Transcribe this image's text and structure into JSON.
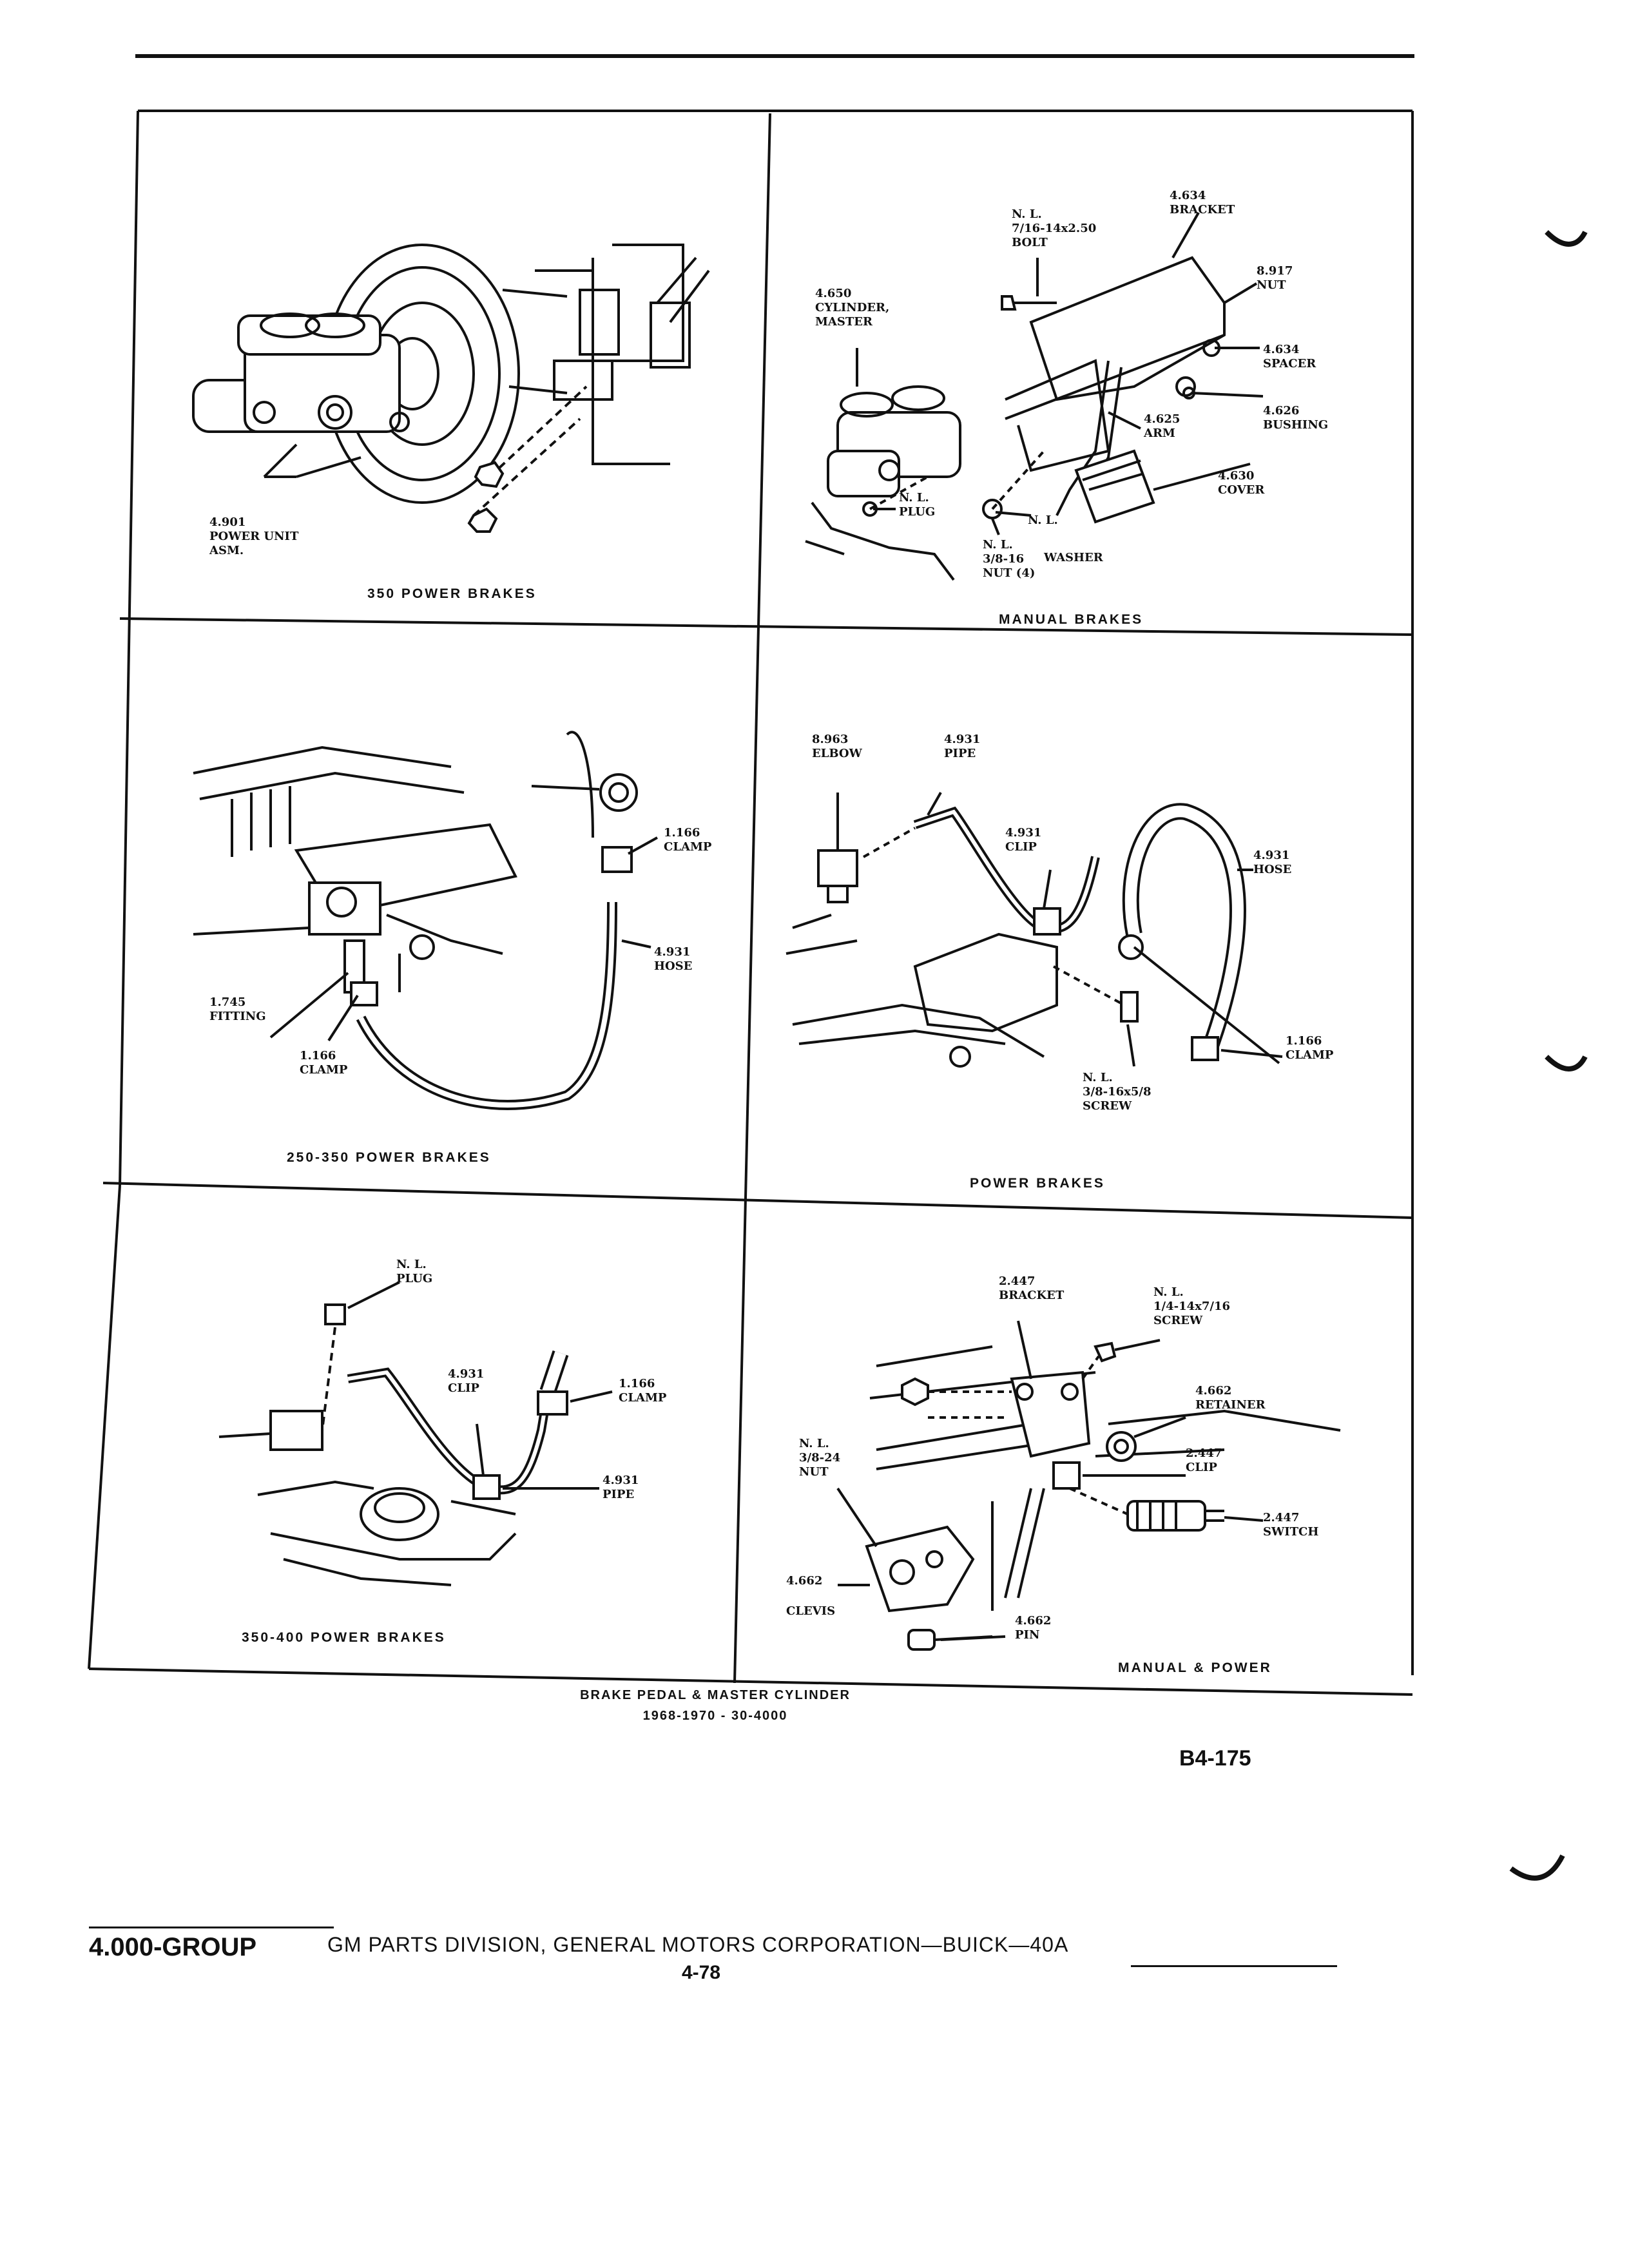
{
  "panels": {
    "p1": {
      "caption": "350 POWER BRAKES",
      "labels": {
        "power_unit": "4.901\nPOWER UNIT\nASM."
      }
    },
    "p2": {
      "caption": "MANUAL BRAKES",
      "labels": {
        "bolt": "N. L.\n7/16-14x2.50\nBOLT",
        "bracket": "4.634\nBRACKET",
        "nut_top": "8.917\nNUT",
        "cylinder": "4.650\nCYLINDER,\nMASTER",
        "spacer": "4.634\nSPACER",
        "bushing": "4.626\nBUSHING",
        "arm": "4.625\nARM",
        "cover": "4.630\nCOVER",
        "plug": "N. L.\nPLUG",
        "washer_nl": "N. L.",
        "nut_bottom": "N. L.\n3/8-16\nNUT (4)",
        "washer": "WASHER"
      }
    },
    "p3": {
      "caption": "250-350 POWER BRAKES",
      "labels": {
        "clamp_top": "1.166\nCLAMP",
        "hose": "4.931\nHOSE",
        "fitting": "1.745\nFITTING",
        "clamp_bottom": "1.166\nCLAMP"
      }
    },
    "p4": {
      "caption": "POWER BRAKES",
      "labels": {
        "elbow": "8.963\nELBOW",
        "pipe": "4.931\nPIPE",
        "clip": "4.931\nCLIP",
        "hose": "4.931\nHOSE",
        "clamp": "1.166\nCLAMP",
        "screw": "N. L.\n3/8-16x5/8\nSCREW"
      }
    },
    "p5": {
      "caption": "350-400 POWER BRAKES",
      "labels": {
        "plug": "N. L.\nPLUG",
        "clip": "4.931\nCLIP",
        "clamp": "1.166\nCLAMP",
        "pipe": "4.931\nPIPE"
      }
    },
    "p6": {
      "caption": "MANUAL & POWER",
      "labels": {
        "bracket": "2.447\nBRACKET",
        "screw": "N. L.\n1/4-14x7/16\nSCREW",
        "retainer": "4.662\nRETAINER",
        "clip": "2.447\nCLIP",
        "switch": "2.447\nSWITCH",
        "nut": "N. L.\n3/8-24\nNUT",
        "clevis_num": "4.662",
        "clevis": "CLEVIS",
        "pin": "4.662\nPIN"
      }
    }
  },
  "figure_caption": {
    "line1": "BRAKE PEDAL & MASTER CYLINDER",
    "line2": "1968-1970 - 30-4000"
  },
  "doc_code": "B4-175",
  "footer": {
    "group": "4.000-GROUP",
    "title": "GM PARTS DIVISION, GENERAL MOTORS CORPORATION—BUICK—40A",
    "page_number": "4-78"
  }
}
